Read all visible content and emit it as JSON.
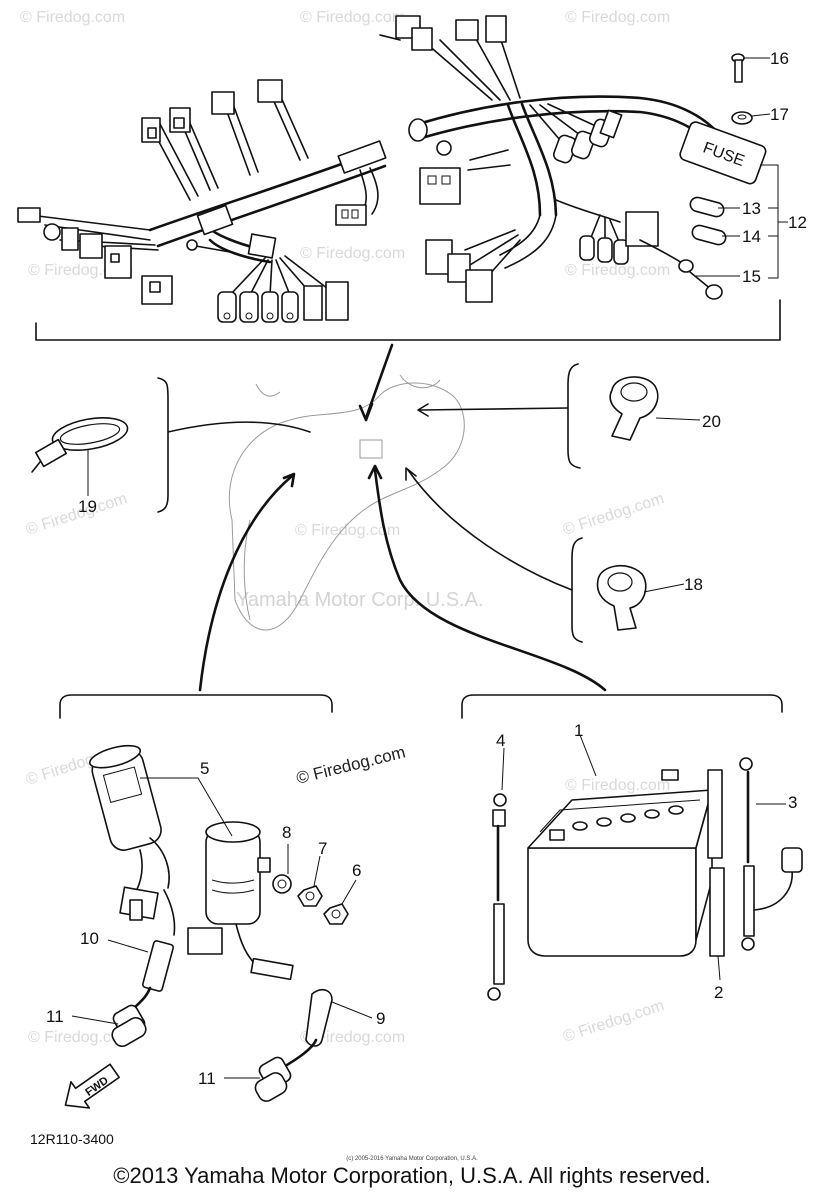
{
  "watermarks": {
    "firedog": "© Firedog.com",
    "yamaha": "Yamaha Motor Corp. U.S.A."
  },
  "callouts": {
    "c1": "1",
    "c2": "2",
    "c3": "3",
    "c4": "4",
    "c5": "5",
    "c6": "6",
    "c7": "7",
    "c8": "8",
    "c9": "9",
    "c10": "10",
    "c11a": "11",
    "c11b": "11",
    "c12": "12",
    "c13": "13",
    "c14": "14",
    "c15": "15",
    "c16": "16",
    "c17": "17",
    "c18": "18",
    "c19": "19",
    "c20": "20"
  },
  "labels": {
    "fuse": "FUSE",
    "fwd": "FWD"
  },
  "footer": {
    "part_code": "12R110-3400",
    "small_copyright": "(c) 2005-2016 Yamaha Motor Corporation, U.S.A.",
    "copyright": "©2013 Yamaha Motor Corporation, U.S.A. All rights reserved."
  }
}
